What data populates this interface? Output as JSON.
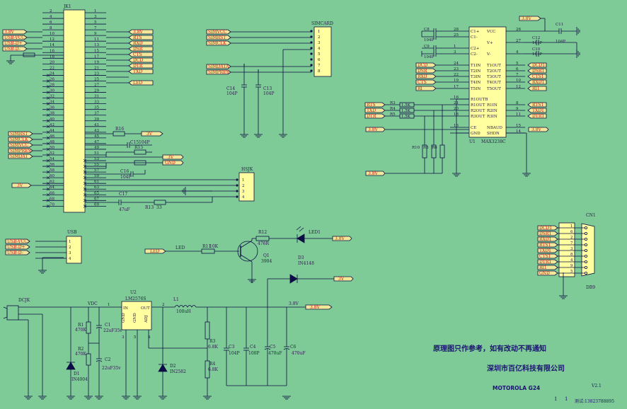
{
  "title": "MOTOROLA G24",
  "notice": "原理图只作参考，如有改动不再通知",
  "company": "深圳市百亿科技有限公司",
  "version": "V2.1",
  "page": {
    "current": "1",
    "total": "1"
  },
  "contact": "测试:13823788895",
  "colors": {
    "background": "#7fcb97",
    "wire": "#0d0d45",
    "net_flag": "#f2e89a",
    "net_text": "#c81818"
  },
  "j1": {
    "ref": "JK1",
    "pins_left": [
      "2",
      "4",
      "6",
      "8",
      "10",
      "12",
      "14",
      "16",
      "18",
      "20",
      "22",
      "24",
      "26",
      "28",
      "30",
      "32",
      "34",
      "36",
      "38",
      "40",
      "42",
      "44",
      "46",
      "48",
      "50",
      "52",
      "54",
      "56",
      "58",
      "60",
      "62",
      "64",
      "66",
      "68",
      "70"
    ],
    "pins_right": [
      "1",
      "3",
      "5",
      "7",
      "9",
      "11",
      "13",
      "15",
      "17",
      "19",
      "21",
      "23",
      "25",
      "27",
      "29",
      "31",
      "33",
      "35",
      "37",
      "39",
      "41",
      "43",
      "45",
      "47",
      "49",
      "51",
      "53",
      "55",
      "57",
      "59",
      "61",
      "63",
      "65",
      "67",
      "69"
    ],
    "left_flags": [
      "3.8V",
      "USB-VCC",
      "USB-D+",
      "USB-D-"
    ],
    "right_flags": [
      "3.8V",
      "RTS",
      "RXD",
      "DSR",
      "CTS",
      "DCD",
      "DTR",
      "TXD",
      "",
      "LED"
    ],
    "sim_flags": [
      "SIMRST",
      "SIMCLK",
      "SIMVCC",
      "SIMPRES",
      "SIMDAT"
    ],
    "v3_flag": "3V"
  },
  "j1_parts": {
    "r16": "R16",
    "r16_flag": "3V",
    "c15": "C15",
    "c15_val": "104P",
    "r15": "R15",
    "gnd_flag": "GND",
    "v3b_flag": "3V",
    "c16": "C16",
    "c16_val": "104P",
    "c17": "C17",
    "c17_val": "47uF",
    "r13": "R13",
    "r13_val": "33"
  },
  "hsjk": {
    "ref": "HSJK",
    "pins": [
      "1",
      "2",
      "3",
      "4"
    ]
  },
  "usb": {
    "ref": "USB",
    "pins": [
      "1",
      "2",
      "3",
      "4"
    ],
    "flags": [
      "USB-VCC",
      "USB-D+",
      "USB-D-"
    ]
  },
  "simcard": {
    "ref": "SIMCARD",
    "pins": [
      "1",
      "2",
      "3",
      "4",
      "5",
      "6",
      "7",
      "8"
    ],
    "flags_top": [
      "SIMVCC",
      "SIMRST",
      "SIMCLK"
    ],
    "flags_bottom": [
      "SIMDATA",
      "SIMPRES"
    ],
    "c14": "C14",
    "c14_val": "104P",
    "c13": "C13",
    "c13_val": "104P"
  },
  "max": {
    "ref": "U1",
    "name": "MAX3238C",
    "left_pins": [
      "C1+",
      "C1-",
      "C2+",
      "C2-",
      "T1IN",
      "T2IN",
      "T3IN",
      "T4IN",
      "T5IN",
      "R1OUTB",
      "R1OUT",
      "R2OUT",
      "R3OUT",
      "CE",
      "GND"
    ],
    "left_nums": [
      "28",
      "25",
      "1",
      "3",
      "24",
      "23",
      "22",
      "19",
      "17",
      "16",
      "21",
      "20",
      "18",
      "13",
      ""
    ],
    "right_pins": [
      "VCC",
      "V+",
      "V-",
      "T1OUT",
      "T2OUT",
      "T3OUT",
      "T4OUT",
      "T5OUT",
      "R1IN",
      "R2IN",
      "R3IN",
      "NBAUD",
      "SHDN"
    ],
    "right_nums": [
      "26",
      "27",
      "4",
      "5",
      "6",
      "7",
      "10",
      "12",
      "8",
      "9",
      "11",
      "15",
      "14"
    ],
    "in_flags": [
      "DCD",
      "DSR",
      "RXD",
      "CTS",
      "RI"
    ],
    "out_flags": [
      "DCD1",
      "DSR1",
      "RXD1",
      "CTS1",
      "RI1"
    ],
    "rin_flags": [
      "RTS1",
      "TXD1",
      "DTR1"
    ],
    "rout_flags": [
      "RTS",
      "TXD",
      "DTR"
    ],
    "rout_refs": [
      "R3",
      "R4",
      "R5"
    ],
    "rout_vals": [
      "1.5K",
      "1.5K",
      "1.5K"
    ],
    "pull_refs": [
      "R10",
      "R8",
      "R6"
    ],
    "v38_flag": "3.8V",
    "v3_flag": "3.8V",
    "v3_bottom": "3.8V",
    "caps": [
      {
        "ref": "C8",
        "val": "104P"
      },
      {
        "ref": "C9",
        "val": "104P"
      },
      {
        "ref": "C12",
        "val": "104P"
      },
      {
        "ref": "C10",
        "val": "104P"
      },
      {
        "ref": "C11",
        "val": "104P"
      }
    ]
  },
  "db9": {
    "ref": "CN1",
    "name": "DB9",
    "flags": [
      "DCD1",
      "DSR1",
      "RXD1",
      "RTS1",
      "TXD1",
      "CTS1",
      "DTR1",
      "RI1",
      "GND"
    ],
    "pins": [
      "1",
      "6",
      "2",
      "7",
      "3",
      "8",
      "4",
      "9",
      "5"
    ]
  },
  "led": {
    "flag": "LED",
    "net": "LED",
    "r11": "R11",
    "r11_val": "10K",
    "q1": "Q1",
    "q1_val": "3904",
    "r12": "R12",
    "r12_val": "476R",
    "led1": "LED1",
    "v38": "3.8V",
    "d3": "D3",
    "d3_val": "IN4148",
    "v3": "3V"
  },
  "power": {
    "dcjk": "DCJK",
    "vdc": "VDC",
    "u2": "U2",
    "u2_name": "LM2576S",
    "in": "IN",
    "out": "OUT",
    "gnd": "GND",
    "adj": "ADJ",
    "pin_in": "1",
    "pin_out": "2",
    "pin_fb": "4",
    "pin_g1": "3",
    "pin_g2": "5",
    "l1": "L1",
    "l1_val": "100uH",
    "v38": "3.8V",
    "v38_flag": "3.8V",
    "r1": "R1",
    "r1_val": "470K",
    "r2": "R2",
    "r2_val": "470K",
    "c1": "C1",
    "c1_val": "22uF35v",
    "c2": "C2",
    "c2_val": "22uF35v",
    "d1": "D1",
    "d1_val": "IN4004",
    "d2": "D2",
    "d2_val": "IN2582",
    "r3": "R3",
    "r3_val": "6.8K",
    "r4": "R4",
    "r4_val": "6.8K",
    "c3": "C3",
    "c3_val": "104P",
    "c4": "C4",
    "c4_val": "100P",
    "c5": "C5",
    "c5_val": "470uF",
    "c6": "C6",
    "c6_val": "470uF"
  }
}
